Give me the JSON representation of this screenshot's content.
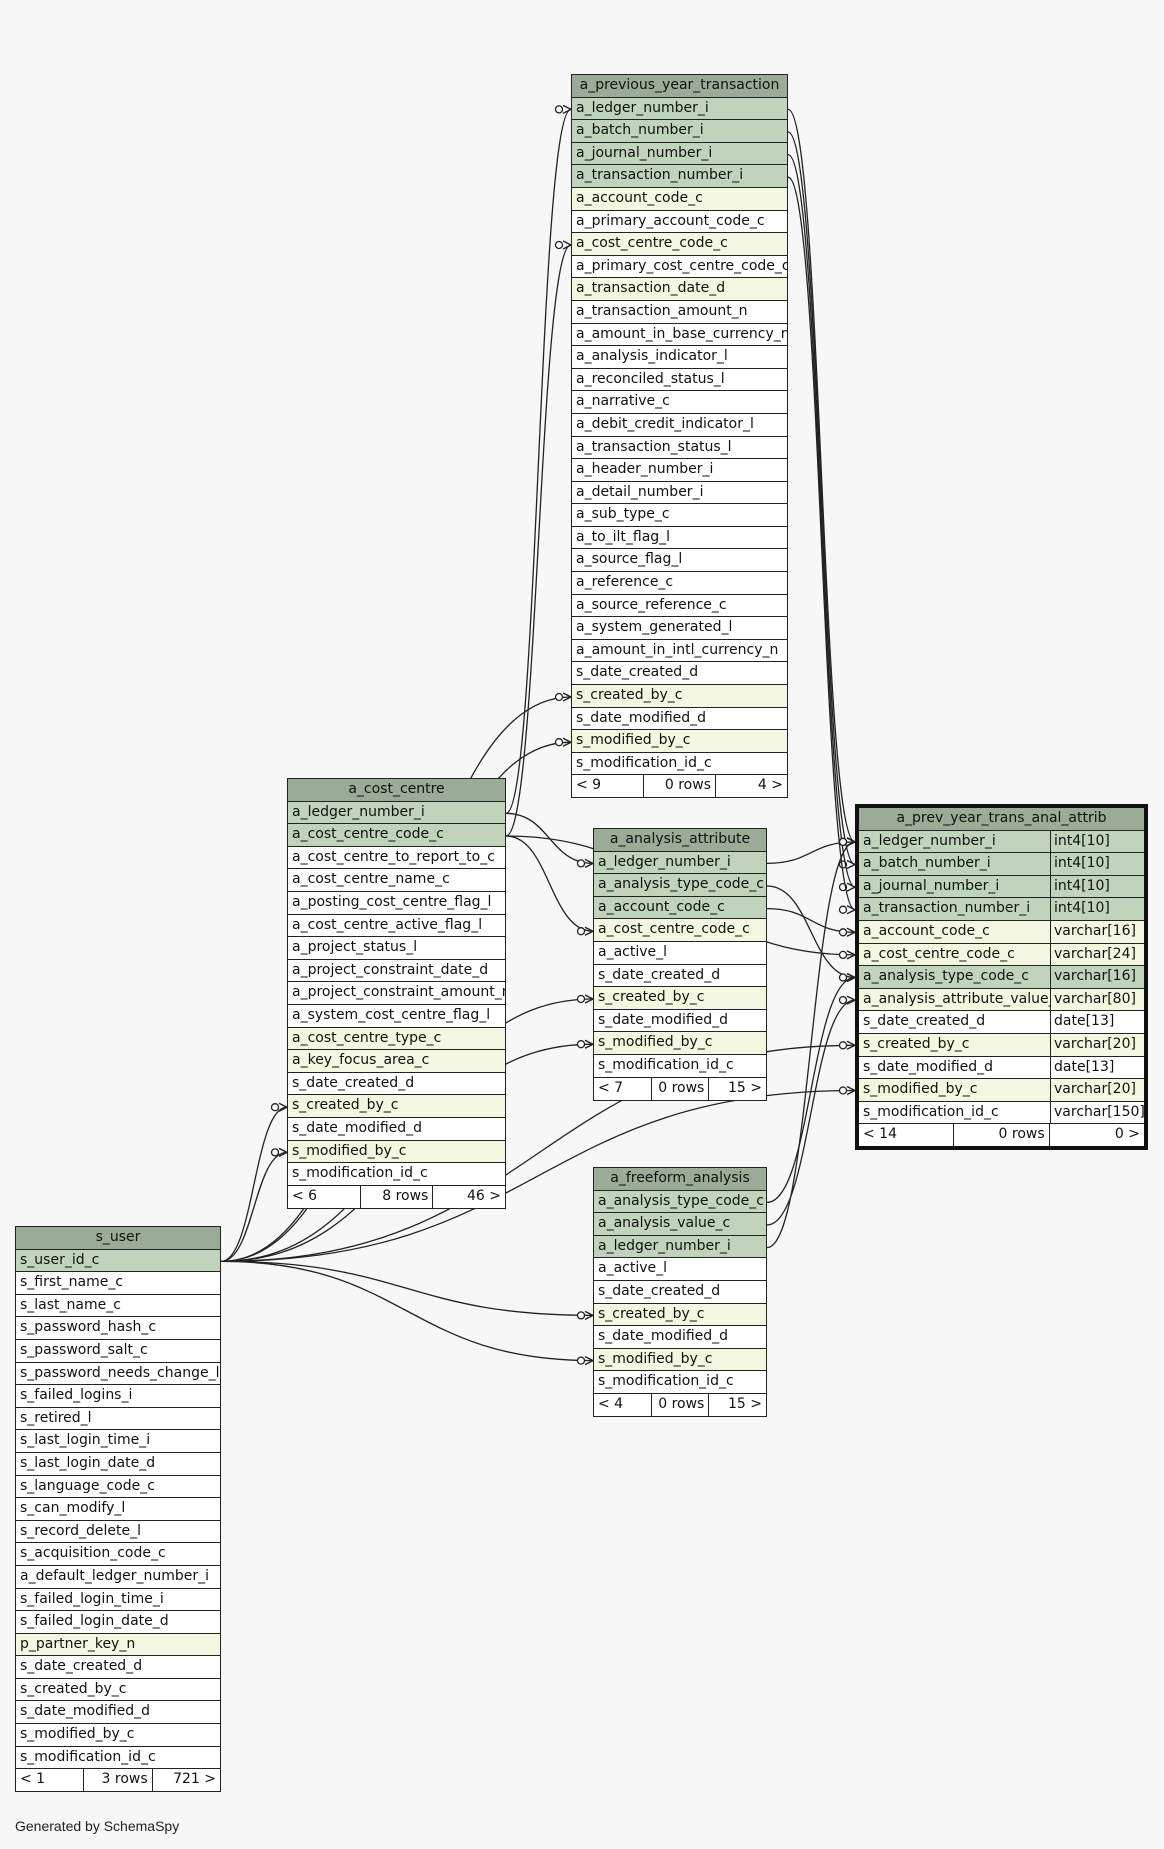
{
  "footer_text": "Generated by SchemaSpy",
  "colors": {
    "background": "#f7f7f7",
    "header": "#9aab96",
    "pk_row": "#bfd4bb",
    "fk_row": "#f4f7df",
    "plain_row": "#ffffff",
    "line": "#222222"
  },
  "tables": [
    {
      "id": "a_previous_year_transaction",
      "name": "a_previous_year_transaction",
      "columns": [
        {
          "name": "a_ledger_number_i",
          "kind": "pk"
        },
        {
          "name": "a_batch_number_i",
          "kind": "pk"
        },
        {
          "name": "a_journal_number_i",
          "kind": "pk"
        },
        {
          "name": "a_transaction_number_i",
          "kind": "pk"
        },
        {
          "name": "a_account_code_c",
          "kind": "fk"
        },
        {
          "name": "a_primary_account_code_c",
          "kind": "plain"
        },
        {
          "name": "a_cost_centre_code_c",
          "kind": "fk"
        },
        {
          "name": "a_primary_cost_centre_code_c",
          "kind": "plain"
        },
        {
          "name": "a_transaction_date_d",
          "kind": "fk"
        },
        {
          "name": "a_transaction_amount_n",
          "kind": "plain"
        },
        {
          "name": "a_amount_in_base_currency_n",
          "kind": "plain"
        },
        {
          "name": "a_analysis_indicator_l",
          "kind": "plain"
        },
        {
          "name": "a_reconciled_status_l",
          "kind": "plain"
        },
        {
          "name": "a_narrative_c",
          "kind": "plain"
        },
        {
          "name": "a_debit_credit_indicator_l",
          "kind": "plain"
        },
        {
          "name": "a_transaction_status_l",
          "kind": "plain"
        },
        {
          "name": "a_header_number_i",
          "kind": "plain"
        },
        {
          "name": "a_detail_number_i",
          "kind": "plain"
        },
        {
          "name": "a_sub_type_c",
          "kind": "plain"
        },
        {
          "name": "a_to_ilt_flag_l",
          "kind": "plain"
        },
        {
          "name": "a_source_flag_l",
          "kind": "plain"
        },
        {
          "name": "a_reference_c",
          "kind": "plain"
        },
        {
          "name": "a_source_reference_c",
          "kind": "plain"
        },
        {
          "name": "a_system_generated_l",
          "kind": "plain"
        },
        {
          "name": "a_amount_in_intl_currency_n",
          "kind": "plain"
        },
        {
          "name": "s_date_created_d",
          "kind": "plain"
        },
        {
          "name": "s_created_by_c",
          "kind": "fk"
        },
        {
          "name": "s_date_modified_d",
          "kind": "plain"
        },
        {
          "name": "s_modified_by_c",
          "kind": "fk"
        },
        {
          "name": "s_modification_id_c",
          "kind": "plain"
        }
      ],
      "footer": [
        "< 9",
        "0 rows",
        "4 >"
      ]
    },
    {
      "id": "a_cost_centre",
      "name": "a_cost_centre",
      "columns": [
        {
          "name": "a_ledger_number_i",
          "kind": "pk"
        },
        {
          "name": "a_cost_centre_code_c",
          "kind": "pk"
        },
        {
          "name": "a_cost_centre_to_report_to_c",
          "kind": "plain"
        },
        {
          "name": "a_cost_centre_name_c",
          "kind": "plain"
        },
        {
          "name": "a_posting_cost_centre_flag_l",
          "kind": "plain"
        },
        {
          "name": "a_cost_centre_active_flag_l",
          "kind": "plain"
        },
        {
          "name": "a_project_status_l",
          "kind": "plain"
        },
        {
          "name": "a_project_constraint_date_d",
          "kind": "plain"
        },
        {
          "name": "a_project_constraint_amount_n",
          "kind": "plain"
        },
        {
          "name": "a_system_cost_centre_flag_l",
          "kind": "plain"
        },
        {
          "name": "a_cost_centre_type_c",
          "kind": "fk"
        },
        {
          "name": "a_key_focus_area_c",
          "kind": "fk"
        },
        {
          "name": "s_date_created_d",
          "kind": "plain"
        },
        {
          "name": "s_created_by_c",
          "kind": "fk"
        },
        {
          "name": "s_date_modified_d",
          "kind": "plain"
        },
        {
          "name": "s_modified_by_c",
          "kind": "fk"
        },
        {
          "name": "s_modification_id_c",
          "kind": "plain"
        }
      ],
      "footer": [
        "< 6",
        "8 rows",
        "46 >"
      ]
    },
    {
      "id": "a_analysis_attribute",
      "name": "a_analysis_attribute",
      "columns": [
        {
          "name": "a_ledger_number_i",
          "kind": "pk"
        },
        {
          "name": "a_analysis_type_code_c",
          "kind": "pk"
        },
        {
          "name": "a_account_code_c",
          "kind": "pk"
        },
        {
          "name": "a_cost_centre_code_c",
          "kind": "fk"
        },
        {
          "name": "a_active_l",
          "kind": "plain"
        },
        {
          "name": "s_date_created_d",
          "kind": "plain"
        },
        {
          "name": "s_created_by_c",
          "kind": "fk"
        },
        {
          "name": "s_date_modified_d",
          "kind": "plain"
        },
        {
          "name": "s_modified_by_c",
          "kind": "fk"
        },
        {
          "name": "s_modification_id_c",
          "kind": "plain"
        }
      ],
      "footer": [
        "< 7",
        "0 rows",
        "15 >"
      ]
    },
    {
      "id": "a_freeform_analysis",
      "name": "a_freeform_analysis",
      "columns": [
        {
          "name": "a_analysis_type_code_c",
          "kind": "pk"
        },
        {
          "name": "a_analysis_value_c",
          "kind": "pk"
        },
        {
          "name": "a_ledger_number_i",
          "kind": "pk"
        },
        {
          "name": "a_active_l",
          "kind": "plain"
        },
        {
          "name": "s_date_created_d",
          "kind": "plain"
        },
        {
          "name": "s_created_by_c",
          "kind": "fk"
        },
        {
          "name": "s_date_modified_d",
          "kind": "plain"
        },
        {
          "name": "s_modified_by_c",
          "kind": "fk"
        },
        {
          "name": "s_modification_id_c",
          "kind": "plain"
        }
      ],
      "footer": [
        "< 4",
        "0 rows",
        "15 >"
      ]
    },
    {
      "id": "a_prev_year_trans_anal_attrib",
      "name": "a_prev_year_trans_anal_attrib",
      "focus": true,
      "columns": [
        {
          "name": "a_ledger_number_i",
          "type": "int4[10]",
          "kind": "pk"
        },
        {
          "name": "a_batch_number_i",
          "type": "int4[10]",
          "kind": "pk"
        },
        {
          "name": "a_journal_number_i",
          "type": "int4[10]",
          "kind": "pk"
        },
        {
          "name": "a_transaction_number_i",
          "type": "int4[10]",
          "kind": "pk"
        },
        {
          "name": "a_account_code_c",
          "type": "varchar[16]",
          "kind": "fk"
        },
        {
          "name": "a_cost_centre_code_c",
          "type": "varchar[24]",
          "kind": "fk"
        },
        {
          "name": "a_analysis_type_code_c",
          "type": "varchar[16]",
          "kind": "pk"
        },
        {
          "name": "a_analysis_attribute_value_c",
          "type": "varchar[80]",
          "kind": "fk"
        },
        {
          "name": "s_date_created_d",
          "type": "date[13]",
          "kind": "plain"
        },
        {
          "name": "s_created_by_c",
          "type": "varchar[20]",
          "kind": "fk"
        },
        {
          "name": "s_date_modified_d",
          "type": "date[13]",
          "kind": "plain"
        },
        {
          "name": "s_modified_by_c",
          "type": "varchar[20]",
          "kind": "fk"
        },
        {
          "name": "s_modification_id_c",
          "type": "varchar[150]",
          "kind": "plain"
        }
      ],
      "footer": [
        "< 14",
        "0 rows",
        "0 >"
      ]
    },
    {
      "id": "s_user",
      "name": "s_user",
      "columns": [
        {
          "name": "s_user_id_c",
          "kind": "pk"
        },
        {
          "name": "s_first_name_c",
          "kind": "plain"
        },
        {
          "name": "s_last_name_c",
          "kind": "plain"
        },
        {
          "name": "s_password_hash_c",
          "kind": "plain"
        },
        {
          "name": "s_password_salt_c",
          "kind": "plain"
        },
        {
          "name": "s_password_needs_change_l",
          "kind": "plain"
        },
        {
          "name": "s_failed_logins_i",
          "kind": "plain"
        },
        {
          "name": "s_retired_l",
          "kind": "plain"
        },
        {
          "name": "s_last_login_time_i",
          "kind": "plain"
        },
        {
          "name": "s_last_login_date_d",
          "kind": "plain"
        },
        {
          "name": "s_language_code_c",
          "kind": "plain"
        },
        {
          "name": "s_can_modify_l",
          "kind": "plain"
        },
        {
          "name": "s_record_delete_l",
          "kind": "plain"
        },
        {
          "name": "s_acquisition_code_c",
          "kind": "plain"
        },
        {
          "name": "a_default_ledger_number_i",
          "kind": "plain"
        },
        {
          "name": "s_failed_login_time_i",
          "kind": "plain"
        },
        {
          "name": "s_failed_login_date_d",
          "kind": "plain"
        },
        {
          "name": "p_partner_key_n",
          "kind": "fk"
        },
        {
          "name": "s_date_created_d",
          "kind": "plain"
        },
        {
          "name": "s_created_by_c",
          "kind": "plain"
        },
        {
          "name": "s_date_modified_d",
          "kind": "plain"
        },
        {
          "name": "s_modified_by_c",
          "kind": "plain"
        },
        {
          "name": "s_modification_id_c",
          "kind": "plain"
        }
      ],
      "footer": [
        "< 1",
        "3 rows",
        "721 >"
      ]
    }
  ],
  "relationships": [
    {
      "from": "a_previous_year_transaction.a_ledger_number_i",
      "to": "a_prev_year_trans_anal_attrib.a_ledger_number_i"
    },
    {
      "from": "a_previous_year_transaction.a_batch_number_i",
      "to": "a_prev_year_trans_anal_attrib.a_batch_number_i"
    },
    {
      "from": "a_previous_year_transaction.a_journal_number_i",
      "to": "a_prev_year_trans_anal_attrib.a_journal_number_i"
    },
    {
      "from": "a_previous_year_transaction.a_transaction_number_i",
      "to": "a_prev_year_trans_anal_attrib.a_transaction_number_i"
    },
    {
      "from": "a_cost_centre.a_ledger_number_i",
      "to": "a_previous_year_transaction.a_ledger_number_i"
    },
    {
      "from": "a_cost_centre.a_cost_centre_code_c",
      "to": "a_previous_year_transaction.a_cost_centre_code_c"
    },
    {
      "from": "a_cost_centre.a_ledger_number_i",
      "to": "a_analysis_attribute.a_ledger_number_i"
    },
    {
      "from": "a_cost_centre.a_cost_centre_code_c",
      "to": "a_analysis_attribute.a_cost_centre_code_c"
    },
    {
      "from": "a_cost_centre.a_cost_centre_code_c",
      "to": "a_prev_year_trans_anal_attrib.a_cost_centre_code_c"
    },
    {
      "from": "a_analysis_attribute.a_ledger_number_i",
      "to": "a_prev_year_trans_anal_attrib.a_ledger_number_i"
    },
    {
      "from": "a_analysis_attribute.a_analysis_type_code_c",
      "to": "a_prev_year_trans_anal_attrib.a_analysis_type_code_c"
    },
    {
      "from": "a_analysis_attribute.a_account_code_c",
      "to": "a_prev_year_trans_anal_attrib.a_account_code_c"
    },
    {
      "from": "a_freeform_analysis.a_analysis_type_code_c",
      "to": "a_prev_year_trans_anal_attrib.a_analysis_type_code_c"
    },
    {
      "from": "a_freeform_analysis.a_analysis_value_c",
      "to": "a_prev_year_trans_anal_attrib.a_analysis_attribute_value_c"
    },
    {
      "from": "a_freeform_analysis.a_ledger_number_i",
      "to": "a_prev_year_trans_anal_attrib.a_ledger_number_i"
    },
    {
      "from": "s_user.s_user_id_c",
      "to": "a_previous_year_transaction.s_created_by_c"
    },
    {
      "from": "s_user.s_user_id_c",
      "to": "a_previous_year_transaction.s_modified_by_c"
    },
    {
      "from": "s_user.s_user_id_c",
      "to": "a_cost_centre.s_created_by_c"
    },
    {
      "from": "s_user.s_user_id_c",
      "to": "a_cost_centre.s_modified_by_c"
    },
    {
      "from": "s_user.s_user_id_c",
      "to": "a_analysis_attribute.s_created_by_c"
    },
    {
      "from": "s_user.s_user_id_c",
      "to": "a_analysis_attribute.s_modified_by_c"
    },
    {
      "from": "s_user.s_user_id_c",
      "to": "a_freeform_analysis.s_created_by_c"
    },
    {
      "from": "s_user.s_user_id_c",
      "to": "a_freeform_analysis.s_modified_by_c"
    },
    {
      "from": "s_user.s_user_id_c",
      "to": "a_prev_year_trans_anal_attrib.s_created_by_c"
    },
    {
      "from": "s_user.s_user_id_c",
      "to": "a_prev_year_trans_anal_attrib.s_modified_by_c"
    }
  ]
}
